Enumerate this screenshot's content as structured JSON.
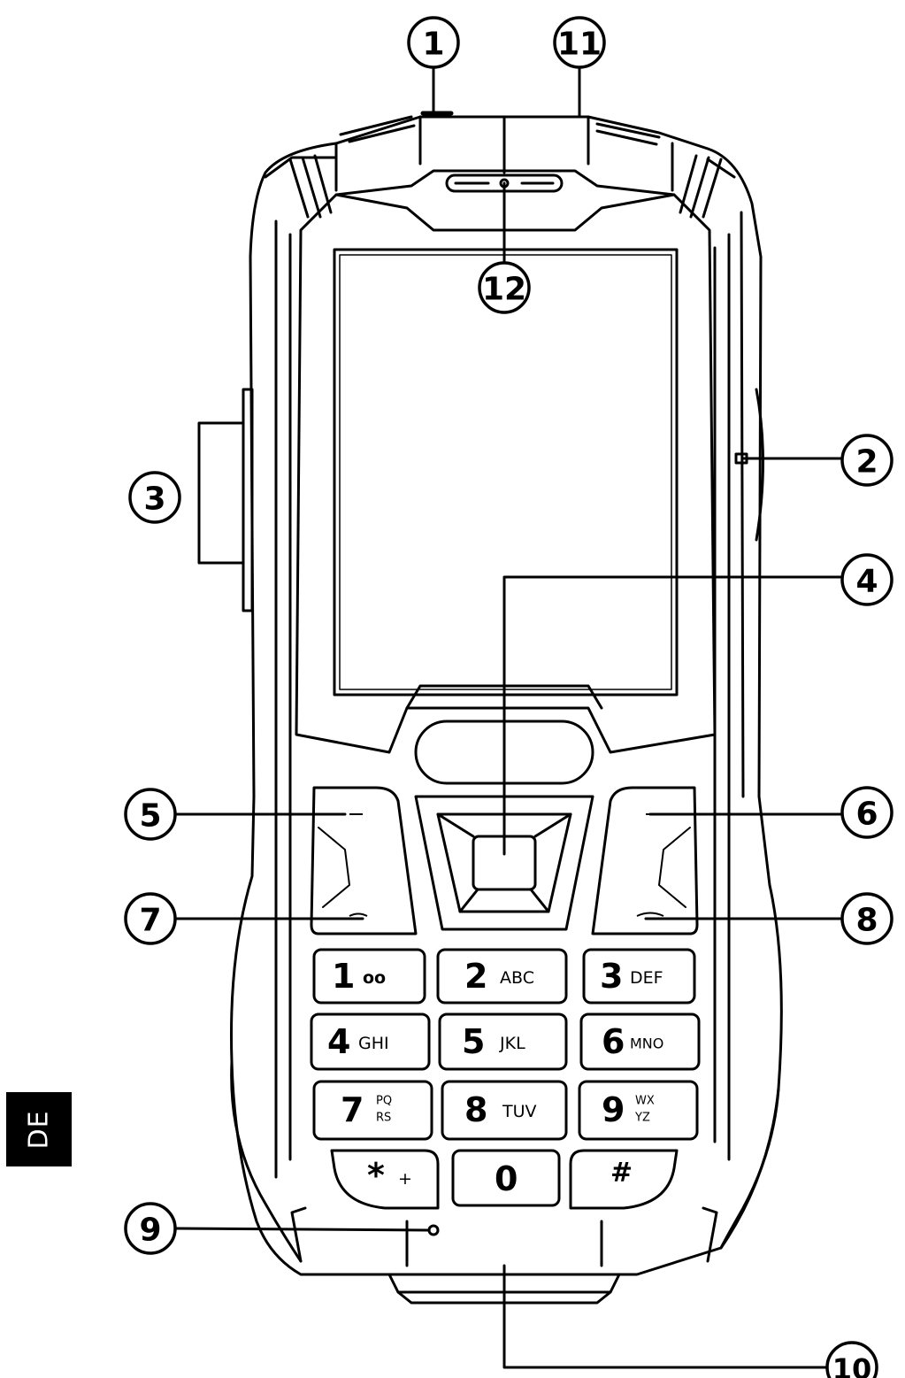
{
  "language_tab": "DE",
  "callouts": [
    {
      "id": "1",
      "label": "1"
    },
    {
      "id": "11",
      "label": "11"
    },
    {
      "id": "12",
      "label": "12"
    },
    {
      "id": "2",
      "label": "2"
    },
    {
      "id": "3",
      "label": "3"
    },
    {
      "id": "4",
      "label": "4"
    },
    {
      "id": "5",
      "label": "5"
    },
    {
      "id": "6",
      "label": "6"
    },
    {
      "id": "7",
      "label": "7"
    },
    {
      "id": "8",
      "label": "8"
    },
    {
      "id": "9",
      "label": "9"
    },
    {
      "id": "10",
      "label": "10"
    }
  ],
  "keypad": [
    {
      "main": "1",
      "sub": "oo"
    },
    {
      "main": "2",
      "sub": "ABC"
    },
    {
      "main": "3",
      "sub": "DEF"
    },
    {
      "main": "4",
      "sub": "GHI"
    },
    {
      "main": "5",
      "sub": "JKL"
    },
    {
      "main": "6",
      "sub": "MNO"
    },
    {
      "main": "7",
      "sub1": "PQ",
      "sub2": "RS"
    },
    {
      "main": "8",
      "sub": "TUV"
    },
    {
      "main": "9",
      "sub1": "WX",
      "sub2": "YZ"
    },
    {
      "main": "*",
      "sub": "+"
    },
    {
      "main": "0",
      "sub": ""
    },
    {
      "main": "#",
      "sub": ""
    }
  ]
}
